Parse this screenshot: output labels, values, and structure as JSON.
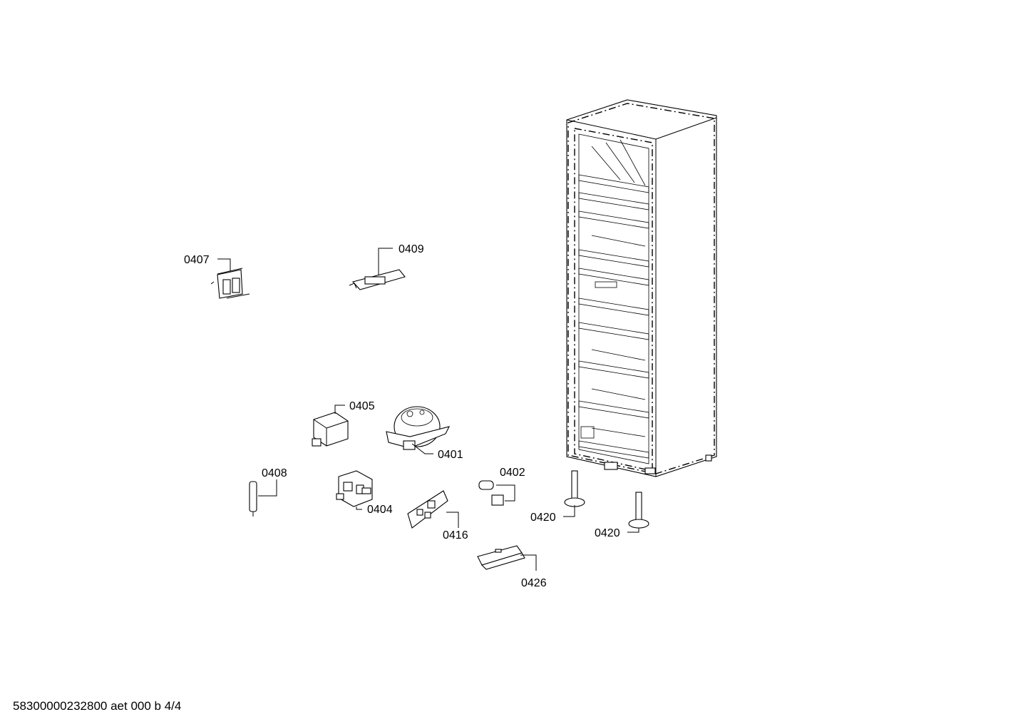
{
  "labels": {
    "p0401": "0401",
    "p0402": "0402",
    "p0404": "0404",
    "p0405": "0405",
    "p0407": "0407",
    "p0408": "0408",
    "p0409": "0409",
    "p0416": "0416",
    "p0420a": "0420",
    "p0420b": "0420",
    "p0426": "0426"
  },
  "footer": {
    "text": "58300000232800 aet 000 b 4/4"
  }
}
